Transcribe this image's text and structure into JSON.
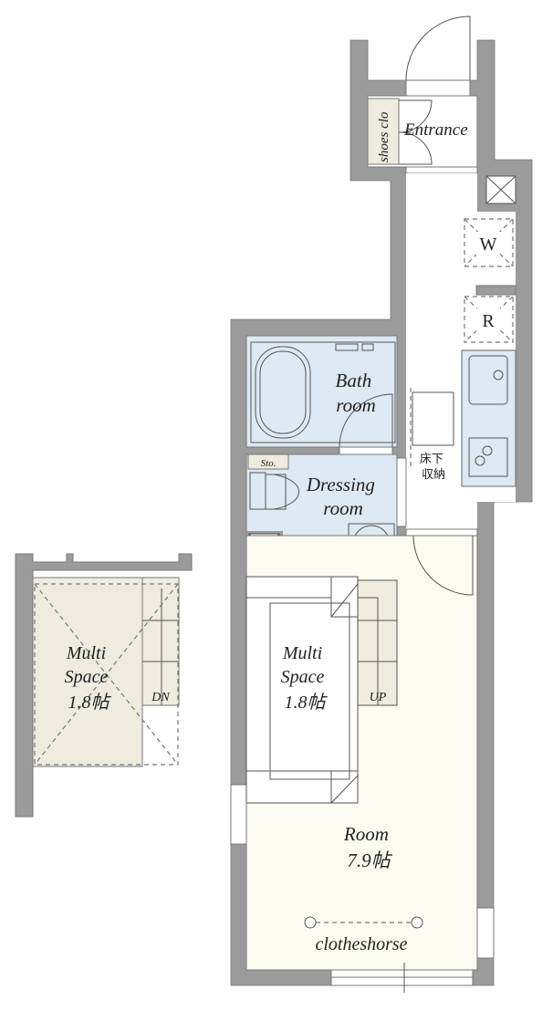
{
  "colors": {
    "wall": "#9b9b9b",
    "wet_area": "#dde9f4",
    "room": "#fbfbf1",
    "loft": "#eeebdf"
  },
  "labels": {
    "entrance": "Entrance",
    "shoes": "shoes clo",
    "washer": "W",
    "fridge": "R",
    "bath_1": "Bath",
    "bath_2": "room",
    "dressing_1": "Dressing",
    "dressing_2": "room",
    "storage": "Sto.",
    "underfloor_1": "床下",
    "underfloor_2": "収納",
    "multi_1": "Multi",
    "multi_2": "Space",
    "multi_3": "1.8帖",
    "up": "UP",
    "dn": "DN",
    "room_1": "Room",
    "room_2": "7.9帖",
    "clotheshorse": "clotheshorse"
  }
}
